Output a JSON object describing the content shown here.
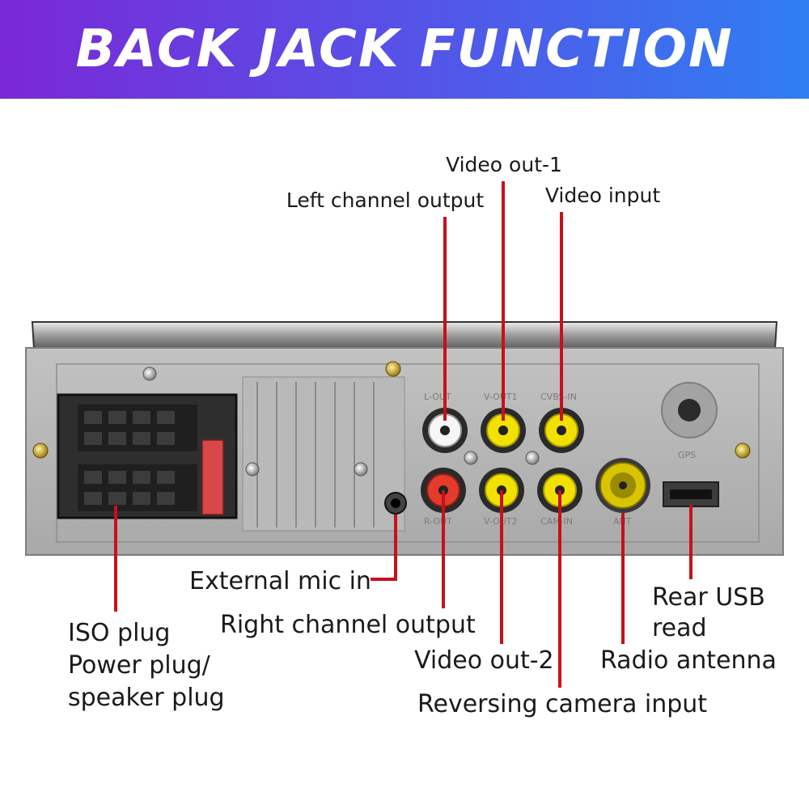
{
  "banner": {
    "title": "BACK JACK FUNCTION"
  },
  "colors": {
    "banner_start": "#7a28d6",
    "banner_end": "#2f7ef2",
    "callout_line": "#c8101a",
    "panel": "#b4b4b4"
  },
  "panel_markings": {
    "l_out": "L-OUT",
    "v_out1": "V-OUT1",
    "cvbs": "CVBS-IN",
    "r_out": "R-OUT",
    "v_out2": "V-OUT2",
    "cam_in": "CAM-IN",
    "ant": "ANT",
    "gps": "GPS"
  },
  "labels": {
    "video_out_1": "Video out-1",
    "left_channel_output": "Left channel output",
    "video_input": "Video input",
    "external_mic_in": "External mic in",
    "rear_usb": [
      "Rear USB",
      "read"
    ],
    "iso_plug": [
      "ISO plug",
      "Power plug/",
      "speaker plug"
    ],
    "right_channel_output": "Right channel output",
    "video_out_2": "Video out-2",
    "radio_antenna": "Radio antenna",
    "reversing_camera_input": "Reversing camera input"
  }
}
